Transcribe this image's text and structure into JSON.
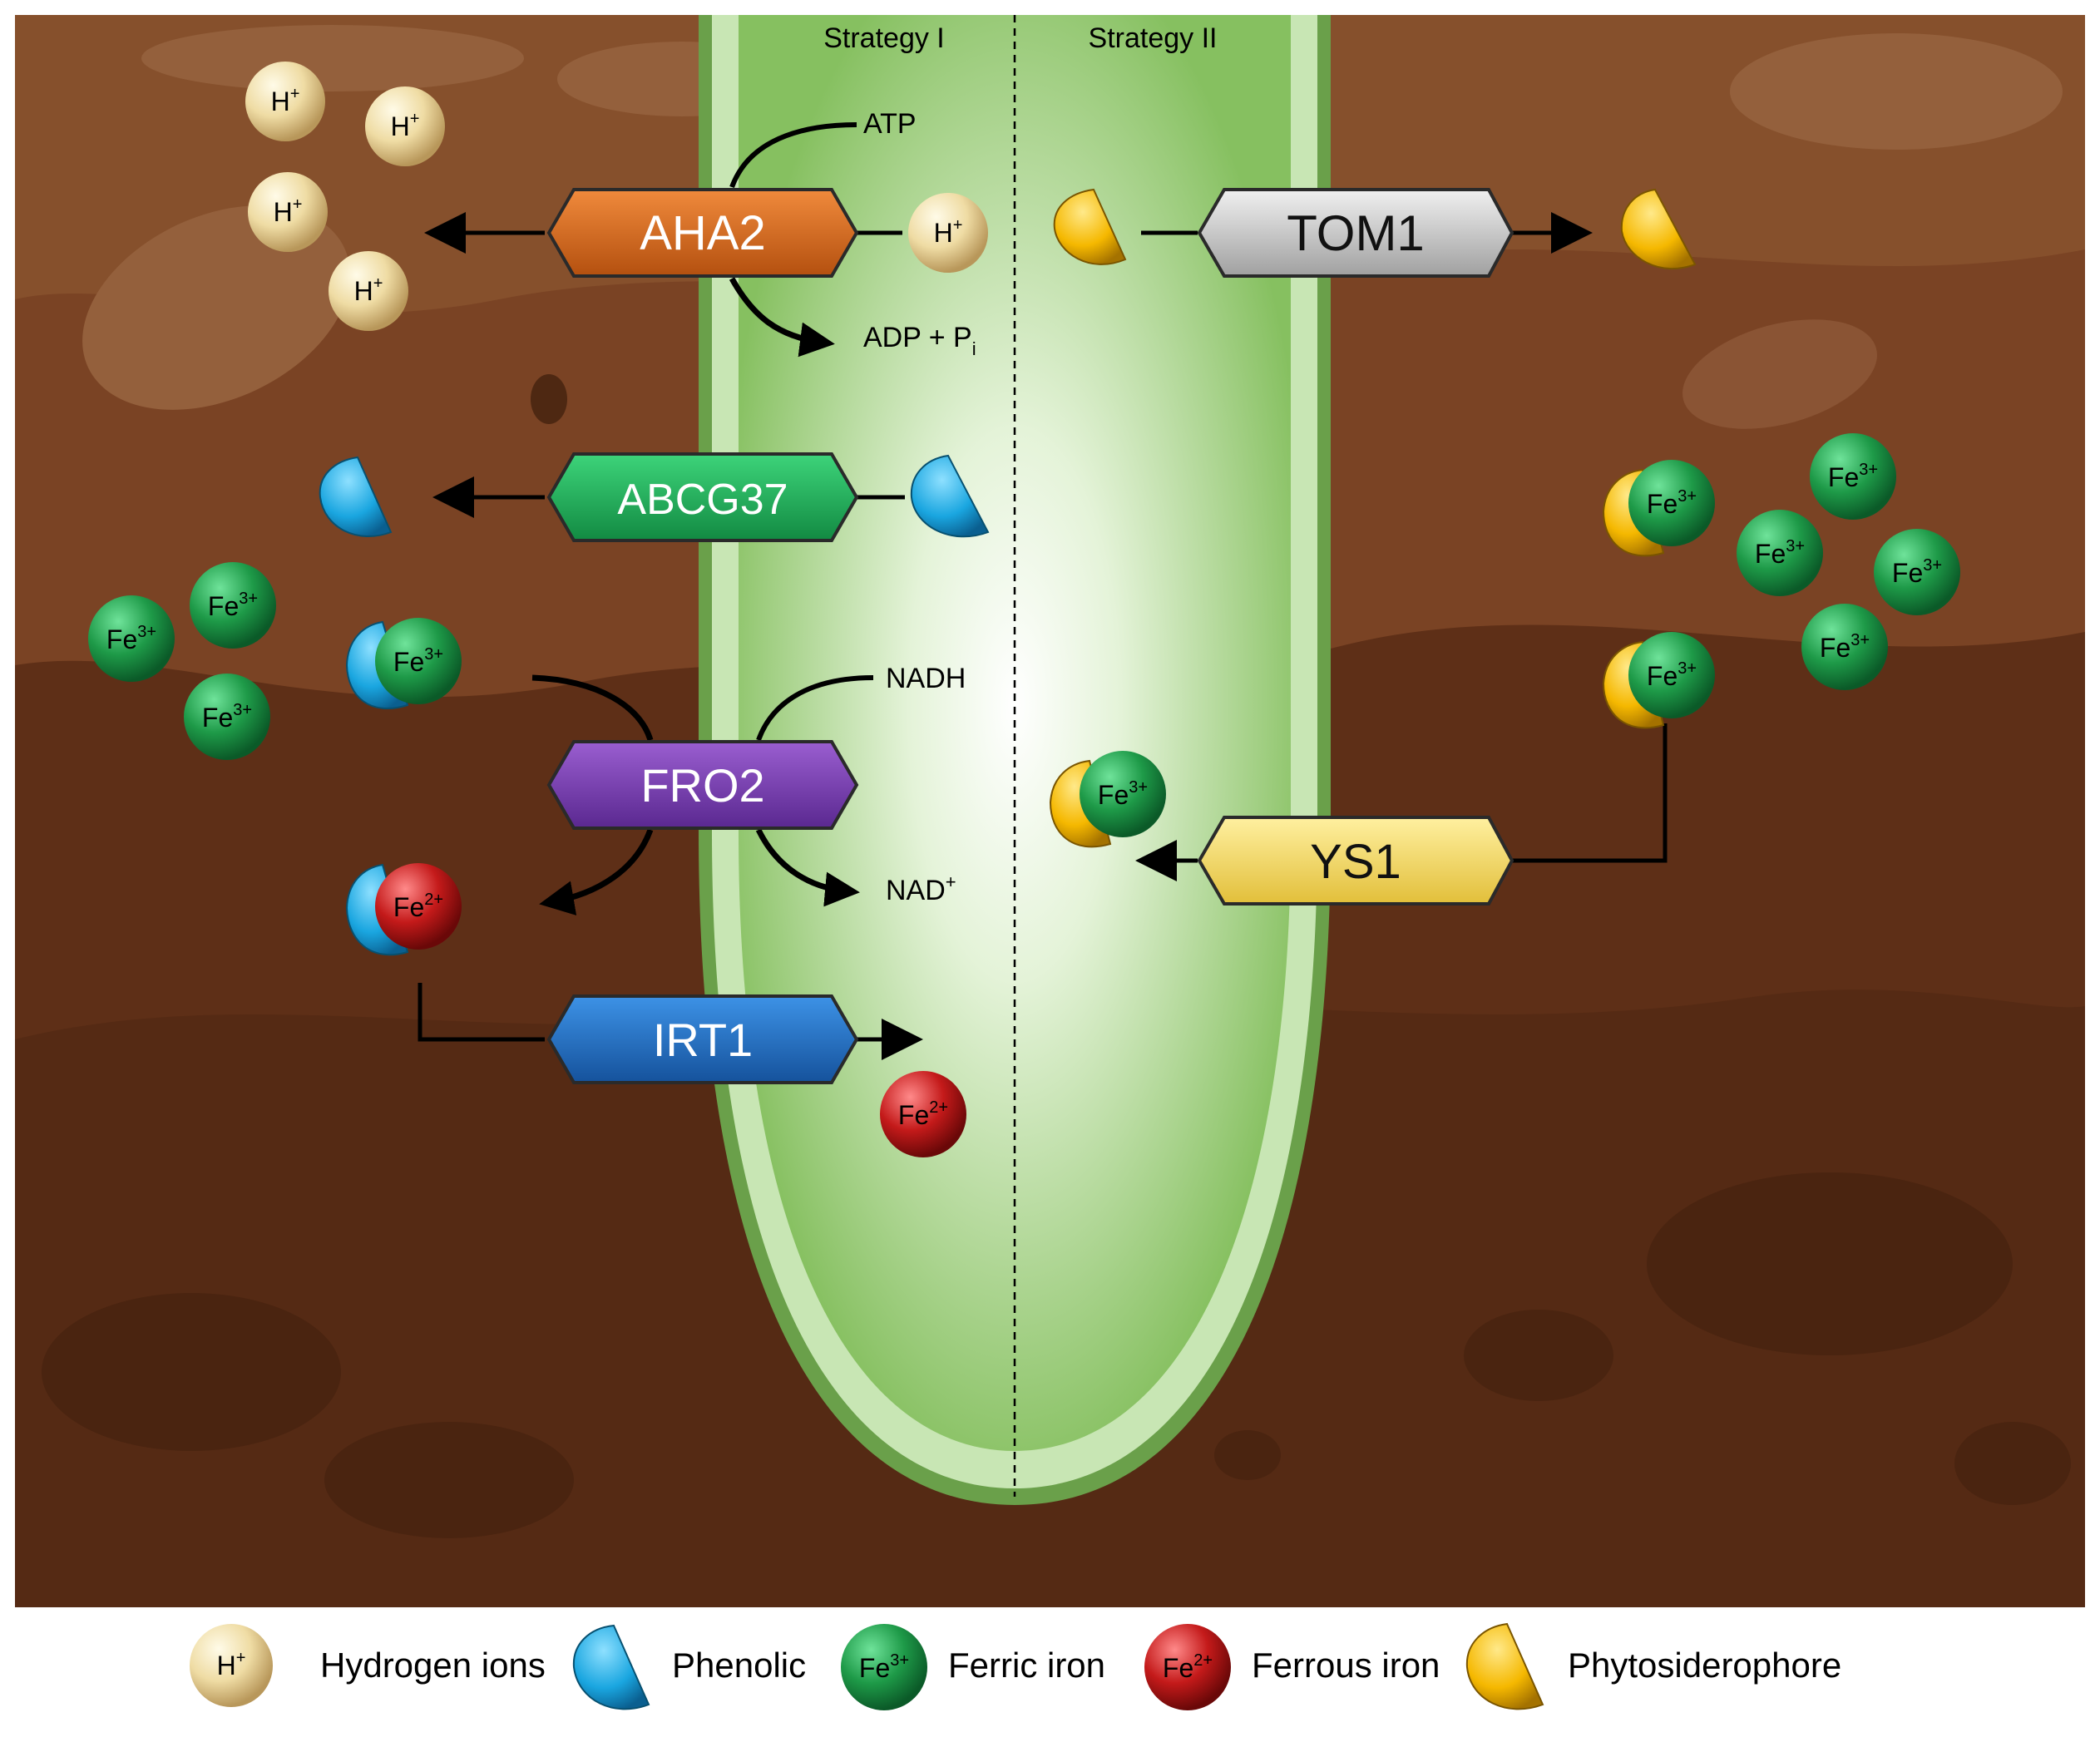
{
  "strategies": {
    "left": "Strategy I",
    "right": "Strategy II"
  },
  "proteins": {
    "aha2": "AHA2",
    "abcg37": "ABCG37",
    "fro2": "FRO2",
    "irt1": "IRT1",
    "tom1": "TOM1",
    "ys1": "YS1"
  },
  "reactions": {
    "atp": "ATP",
    "adp": "ADP + P",
    "adp_sub": "i",
    "nadh": "NADH",
    "nad": "NAD",
    "nad_sup": "+"
  },
  "ions": {
    "h": "H",
    "h_sup": "+",
    "fe3": "Fe",
    "fe3_sup": "3+",
    "fe2": "Fe",
    "fe2_sup": "2+"
  },
  "legend": {
    "hydrogen": "Hydrogen ions",
    "phenolic": "Phenolic",
    "ferric": "Ferric iron",
    "ferrous": "Ferrous iron",
    "phyto": "Phytosiderophore"
  },
  "colors": {
    "soil_dark": "#5e2f17",
    "soil_mid": "#6e3a1e",
    "soil_light": "#8a5030",
    "root_outer": "#6aa04a",
    "root_inner": "#a9d48e",
    "aha2": "#d2661f",
    "abcg37": "#1fb05a",
    "fro2": "#7b3fb0",
    "irt1": "#1f6fc4",
    "tom1": "#c8c8c8",
    "ys1": "#f7dc6a",
    "h_ion": "#e8d49a",
    "phenolic": "#1aa6e0",
    "ferric": "#1e9a48",
    "ferrous": "#c41a1a",
    "phyto": "#f5b800"
  }
}
